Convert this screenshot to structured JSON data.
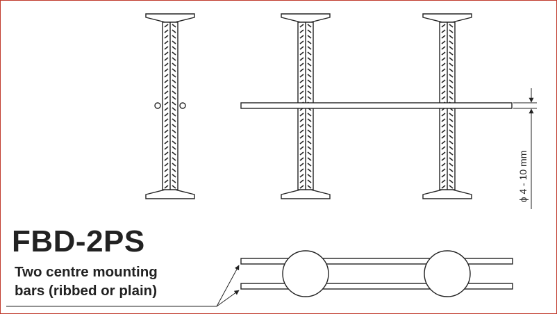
{
  "title": "FBD-2PS",
  "caption": {
    "line1": "Two centre mounting",
    "line2": "bars (ribbed or plain)"
  },
  "dimension": {
    "label": "ϕ 4 - 10 mm"
  },
  "colors": {
    "stroke": "#222222",
    "text": "#222222",
    "frame": "#c0392b"
  }
}
